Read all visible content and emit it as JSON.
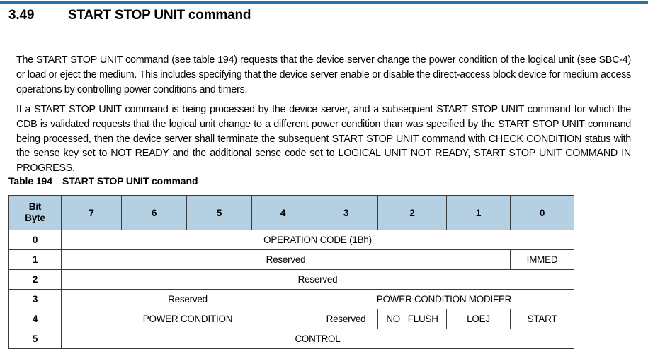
{
  "document": {
    "top_rule_color": "#2273a8",
    "section": {
      "number": "3.49",
      "title": "START STOP UNIT command"
    },
    "paragraphs": [
      "The START STOP UNIT command (see table 194) requests that the device server change the power condition of the logical unit (see SBC-4) or load or eject the medium. This includes specifying that the device server enable or disable the direct-access block device for medium access operations by controlling power conditions and timers.",
      "If a START STOP UNIT command is being processed by the device server, and a subsequent START STOP UNIT command for which the CDB is validated requests that the logical unit change to a different power condition than was specified by the START STOP UNIT command being processed, then the device server shall terminate the subsequent START STOP UNIT command with CHECK CONDITION status with the sense key set to NOT READY and the additional sense code set to LOGICAL UNIT NOT READY, START STOP UNIT COMMAND IN PROGRESS."
    ],
    "table": {
      "caption_number": "Table 194",
      "caption_title": "START STOP UNIT command",
      "header_bg": "#b5cfe3",
      "header": {
        "corner_bit": "Bit",
        "corner_byte": "Byte",
        "bits": [
          "7",
          "6",
          "5",
          "4",
          "3",
          "2",
          "1",
          "0"
        ]
      },
      "rows": [
        {
          "byte": "0",
          "cells": [
            {
              "text": "OPERATION CODE (1Bh)",
              "span": 8
            }
          ]
        },
        {
          "byte": "1",
          "cells": [
            {
              "text": "Reserved",
              "span": 7
            },
            {
              "text": "IMMED",
              "span": 1
            }
          ]
        },
        {
          "byte": "2",
          "cells": [
            {
              "text": "Reserved",
              "span": 8
            }
          ]
        },
        {
          "byte": "3",
          "cells": [
            {
              "text": "Reserved",
              "span": 4
            },
            {
              "text": "POWER CONDITION MODIFER",
              "span": 4
            }
          ]
        },
        {
          "byte": "4",
          "cells": [
            {
              "text": "POWER CONDITION",
              "span": 4
            },
            {
              "text": "Reserved",
              "span": 1
            },
            {
              "text": "NO_ FLUSH",
              "span": 1
            },
            {
              "text": "LOEJ",
              "span": 1
            },
            {
              "text": "START",
              "span": 1
            }
          ]
        },
        {
          "byte": "5",
          "cells": [
            {
              "text": "CONTROL",
              "span": 8
            }
          ]
        }
      ]
    }
  }
}
